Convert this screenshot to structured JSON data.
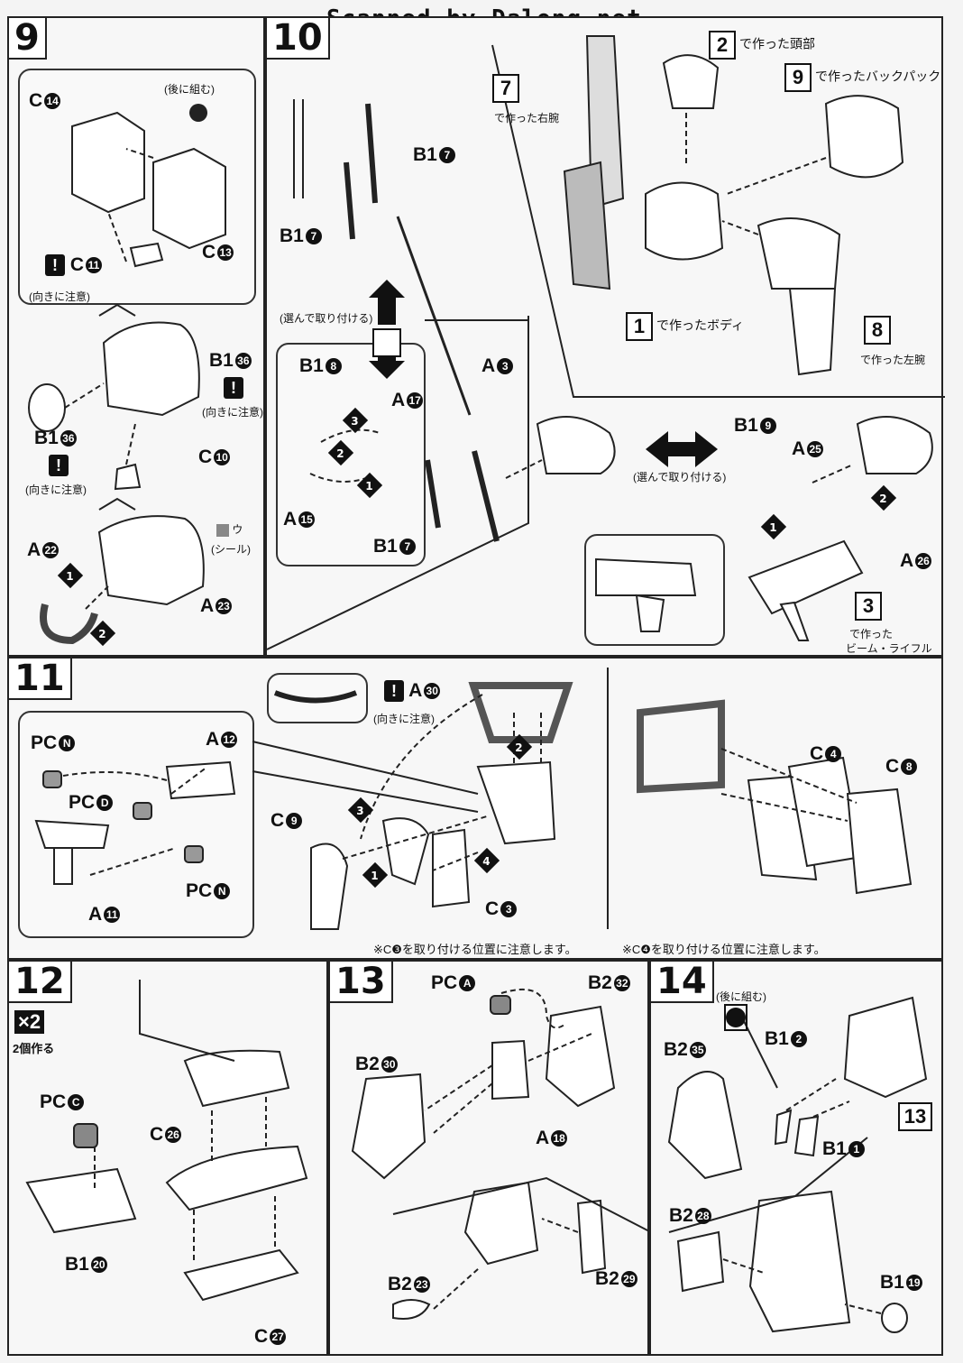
{
  "watermark": "Scanned by Dalong.net",
  "step9": {
    "number": "9",
    "inset_note": "(後に組む)",
    "labels": {
      "c14": "C",
      "c14n": "14",
      "c13": "C",
      "c13n": "13",
      "c11": "C",
      "c11n": "11",
      "b136a": "B1",
      "b136an": "36",
      "b136b": "B1",
      "b136bn": "36",
      "c10": "C",
      "c10n": "10",
      "a22": "A",
      "a22n": "22",
      "a23": "A",
      "a23n": "23"
    },
    "caution": "(向きに注意)",
    "seal_letter": "ウ",
    "seal": "(シール)",
    "steps": [
      "1",
      "2"
    ]
  },
  "step10": {
    "number": "10",
    "refs": {
      "r7": {
        "num": "7",
        "text": "で作った右腕"
      },
      "r2": {
        "num": "2",
        "text": "で作った頭部"
      },
      "r9": {
        "num": "9",
        "text": "で作ったバックパック"
      },
      "r1": {
        "num": "1",
        "text": "で作ったボディ"
      },
      "r8": {
        "num": "8",
        "text": "で作った左腕"
      },
      "r3": {
        "num": "3",
        "text": "で作った"
      }
    },
    "rifle_label": "ビーム・ライフル",
    "choose": "(選んで取り付ける)",
    "labels": {
      "b17a": "B1",
      "b17an": "7",
      "b17b": "B1",
      "b17bn": "7",
      "b17c": "B1",
      "b17cn": "7",
      "b18": "B1",
      "b18n": "8",
      "a17": "A",
      "a17n": "17",
      "a15": "A",
      "a15n": "15",
      "a3": "A",
      "a3n": "3",
      "b19": "B1",
      "b19n": "9",
      "a25": "A",
      "a25n": "25",
      "a26": "A",
      "a26n": "26"
    },
    "steps": [
      "1",
      "2",
      "3"
    ]
  },
  "step11": {
    "number": "11",
    "caution": "(向きに注意)",
    "labels": {
      "a30": "A",
      "a30n": "30",
      "pcn1": "PC",
      "pcn1n": "N",
      "a12": "A",
      "a12n": "12",
      "pcd": "PC",
      "pcdn": "D",
      "pcn2": "PC",
      "pcn2n": "N",
      "a11": "A",
      "a11n": "11",
      "c9": "C",
      "c9n": "9",
      "c3": "C",
      "c3n": "3",
      "c4": "C",
      "c4n": "4",
      "c8": "C",
      "c8n": "8"
    },
    "note_left": "※C❸を取り付ける位置に注意します。",
    "note_right": "※C❹を取り付ける位置に注意します。",
    "steps": [
      "1",
      "2",
      "3",
      "4"
    ]
  },
  "step12": {
    "number": "12",
    "times": "×2",
    "make_two": "2個作る",
    "labels": {
      "pcc": "PC",
      "pccn": "C",
      "c26": "C",
      "c26n": "26",
      "b120": "B1",
      "b120n": "20",
      "c27": "C",
      "c27n": "27"
    }
  },
  "step13": {
    "number": "13",
    "labels": {
      "pca": "PC",
      "pcan": "A",
      "b232": "B2",
      "b232n": "32",
      "b230": "B2",
      "b230n": "30",
      "a18": "A",
      "a18n": "18",
      "b223": "B2",
      "b223n": "23",
      "b229": "B2",
      "b229n": "29"
    }
  },
  "step14": {
    "number": "14",
    "inset_note": "(後に組む)",
    "ref13": "13",
    "labels": {
      "b235": "B2",
      "b235n": "35",
      "b12": "B1",
      "b12n": "2",
      "b11": "B1",
      "b11n": "1",
      "b228": "B2",
      "b228n": "28",
      "b119": "B1",
      "b119n": "19"
    }
  }
}
